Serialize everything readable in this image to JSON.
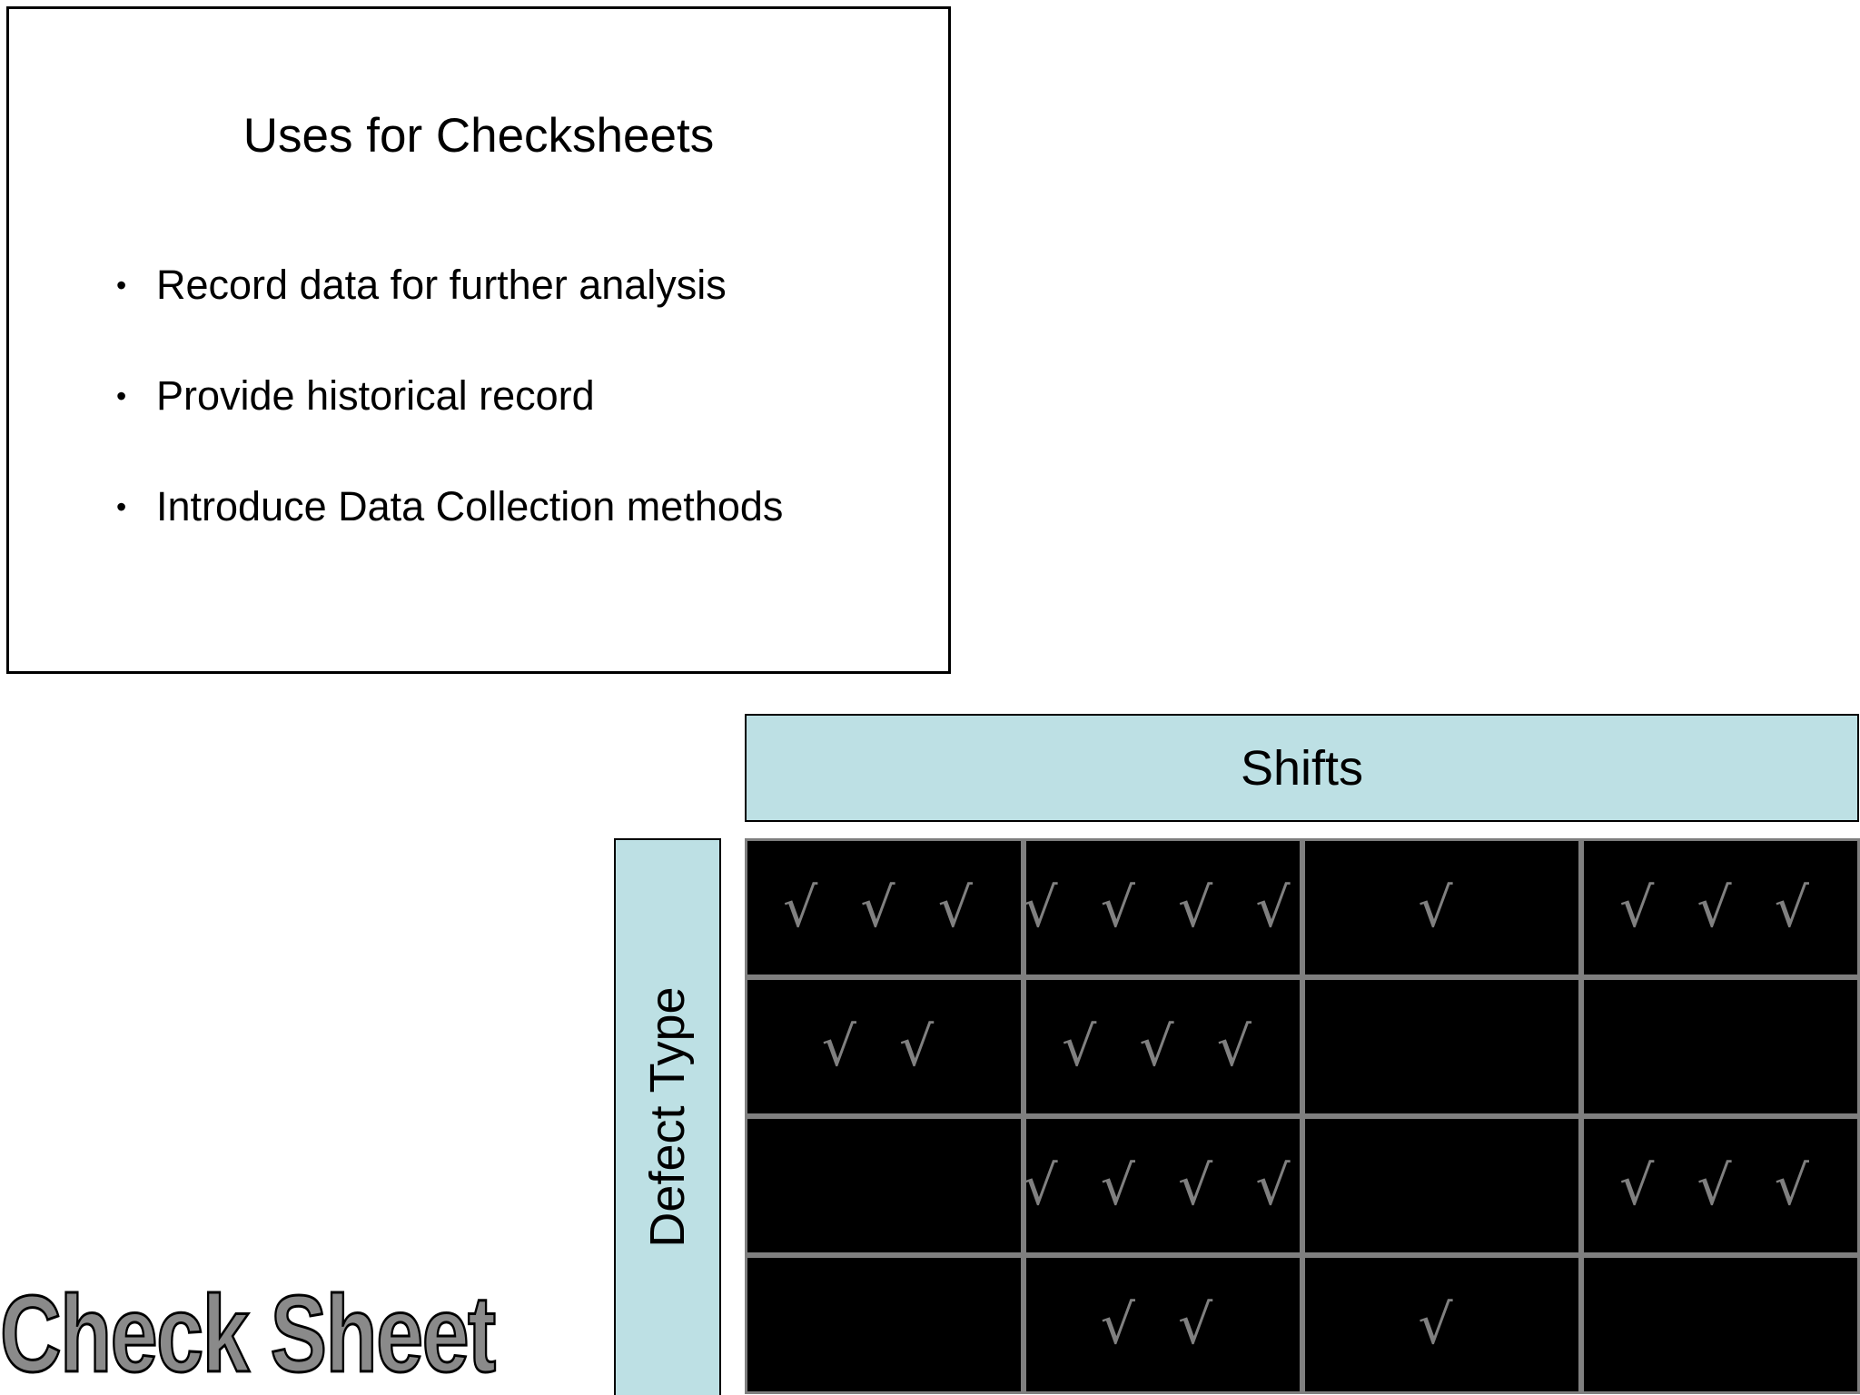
{
  "uses": {
    "title": "Uses for Checksheets",
    "items": [
      "Record data for further analysis",
      "Provide historical record",
      "Introduce Data Collection methods"
    ]
  },
  "table": {
    "column_header": "Shifts",
    "row_header": "Defect Type",
    "cells": [
      [
        "√ √ √",
        "√ √ √ √",
        "√",
        "√ √ √"
      ],
      [
        "√ √",
        "√ √ √",
        "",
        ""
      ],
      [
        "",
        "√ √ √ √",
        "",
        "√ √ √"
      ],
      [
        "",
        "√ √",
        "√",
        ""
      ]
    ]
  },
  "check_title": "Check Sheet",
  "colors": {
    "header_fill": "#bde0e4",
    "cell_fill": "#000000",
    "grid_line": "#7f7f7f",
    "check_mark": "#808080",
    "title_fill": "#8a8a8a"
  }
}
